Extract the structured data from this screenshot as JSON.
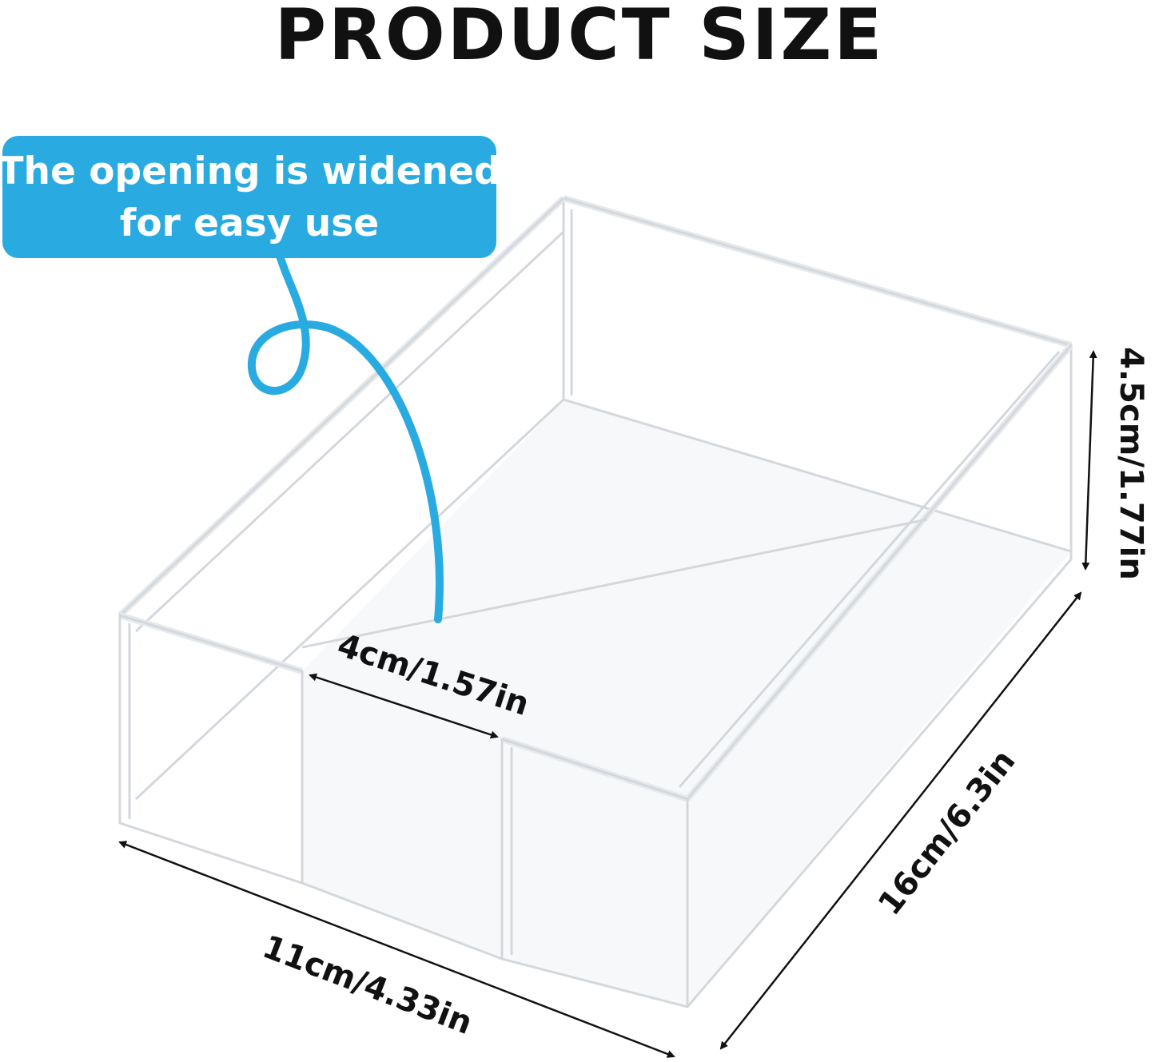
{
  "title": "PRODUCT SIZE",
  "callout": {
    "line1": "The opening is widened",
    "line2": "for easy use",
    "color": "#29abe2"
  },
  "dimensions": {
    "height": "4.5cm/1.77in",
    "length": "16cm/6.3in",
    "width": "11cm/4.33in",
    "opening": "4cm/1.57in"
  }
}
